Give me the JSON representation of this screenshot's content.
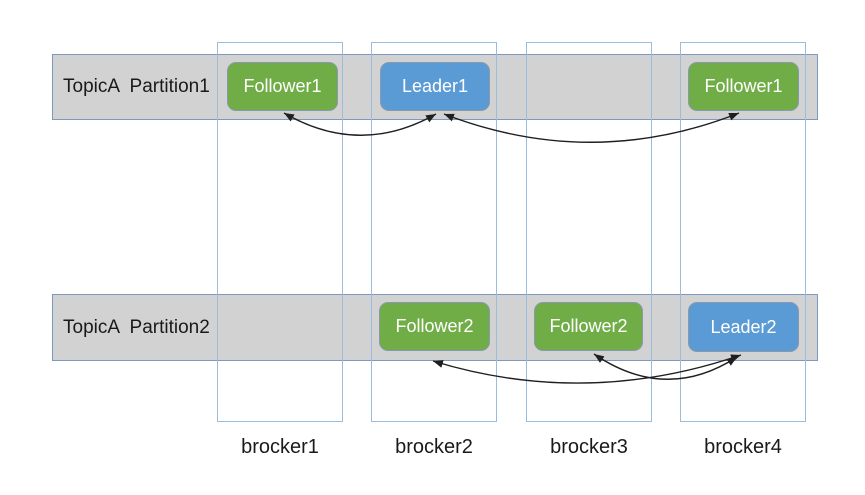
{
  "diagram": {
    "partitions": [
      {
        "label": "TopicA  Partition1"
      },
      {
        "label": "TopicA  Partition2"
      }
    ],
    "brokers": [
      {
        "label": "brocker1"
      },
      {
        "label": "brocker2"
      },
      {
        "label": "brocker3"
      },
      {
        "label": "brocker4"
      }
    ],
    "nodes": [
      {
        "label": "Follower1",
        "role": "follower",
        "partition": "Partition1",
        "broker": "brocker1"
      },
      {
        "label": "Leader1",
        "role": "leader",
        "partition": "Partition1",
        "broker": "brocker2"
      },
      {
        "label": "Follower1",
        "role": "follower",
        "partition": "Partition1",
        "broker": "brocker4"
      },
      {
        "label": "Follower2",
        "role": "follower",
        "partition": "Partition2",
        "broker": "brocker2"
      },
      {
        "label": "Follower2",
        "role": "follower",
        "partition": "Partition2",
        "broker": "brocker3"
      },
      {
        "label": "Leader2",
        "role": "leader",
        "partition": "Partition2",
        "broker": "brocker4"
      }
    ],
    "arrows": [
      {
        "between": [
          "Follower1@brocker1",
          "Leader1@brocker2"
        ],
        "heads": "both"
      },
      {
        "between": [
          "Leader1@brocker2",
          "Follower1@brocker4"
        ],
        "heads": "both"
      },
      {
        "between": [
          "Follower2@brocker2",
          "Leader2@brocker4"
        ],
        "heads": "both"
      },
      {
        "between": [
          "Follower2@brocker3",
          "Leader2@brocker4"
        ],
        "heads": "both"
      }
    ],
    "colors": {
      "follower_fill": "#70AD47",
      "leader_fill": "#5B9BD5",
      "band_fill": "#D2D2D2",
      "band_border": "#7C9AC0",
      "column_border": "#9DBBDA",
      "node_border": "#8799AE",
      "arrow": "#1F1F1F",
      "node_text": "#FFFFFF",
      "label_text": "#1A1A1A"
    }
  }
}
